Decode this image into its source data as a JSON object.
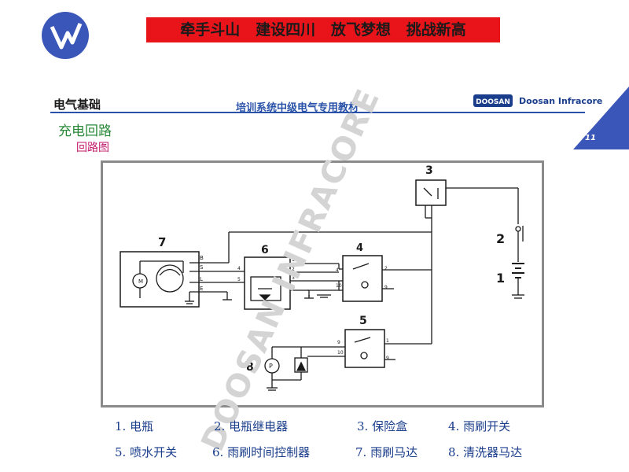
{
  "banner": {
    "slogan": "牵手斗山   建设四川   放飞梦想   挑战新高"
  },
  "header": {
    "left_title": "电气基础",
    "center_title": "培训系统中级电气专用教材",
    "brand_logo_text": "DOOSAN",
    "brand_name": "Doosan Infracore",
    "page_number": "11"
  },
  "section_title": "充电回路",
  "subsection_title": "回路图",
  "watermark": "DOOSAN INFRACORE",
  "diagram": {
    "component_labels": [
      "7",
      "6",
      "4",
      "3",
      "2",
      "1",
      "5",
      "8"
    ],
    "terminal_labels": {
      "alternator": [
        "B",
        "S",
        "L",
        "E"
      ],
      "relay_in": [
        "4",
        "5"
      ],
      "relay_out": [
        "1",
        "2",
        "3",
        "6"
      ],
      "wiper_switch_in": [
        "4",
        "10"
      ],
      "wiper_switch_out": [
        "2",
        "9"
      ],
      "washer_switch_in": [
        "9",
        "10"
      ],
      "washer_switch_out": [
        "1",
        "9"
      ]
    },
    "pump_symbol": "P"
  },
  "legend": [
    "1. 电瓶",
    "2. 电瓶继电器",
    "3. 保险盒",
    "4. 雨刷开关",
    "5. 喷水开关",
    "6. 雨刷时间控制器",
    "7. 雨刷马达",
    "8. 清洗器马达"
  ]
}
